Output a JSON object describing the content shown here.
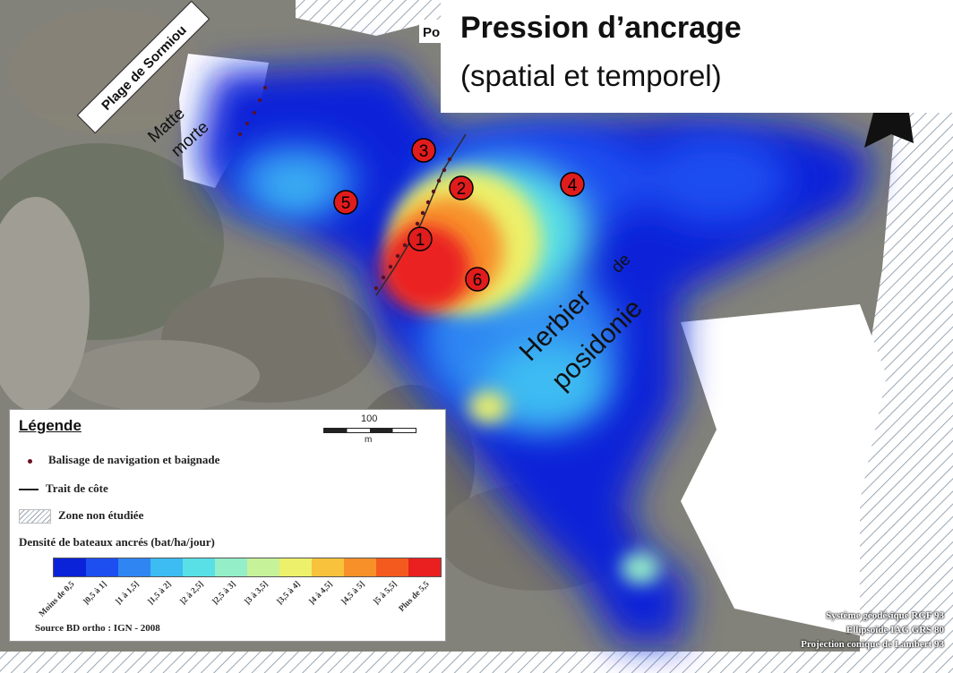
{
  "title": "Pression d’ancrage",
  "subtitle": "(spatial et temporel)",
  "map_labels": {
    "beach": "Plage de Sormiou",
    "matte_line1": "Matte",
    "matte_line2": "morte",
    "herbier": "Herbier",
    "herbier_de": "de",
    "posidonie": "posidonie",
    "corner_fragment": "Po"
  },
  "markers": [
    {
      "id": "1",
      "label": "1"
    },
    {
      "id": "2",
      "label": "2"
    },
    {
      "id": "3",
      "label": "3"
    },
    {
      "id": "4",
      "label": "4"
    },
    {
      "id": "5",
      "label": "5"
    },
    {
      "id": "6",
      "label": "6"
    }
  ],
  "legend": {
    "title": "Légende",
    "scale_value": "100",
    "scale_unit": "m",
    "items": {
      "balisage": "Balisage de navigation et baignade",
      "trait": "Trait de côte",
      "zone": "Zone non étudiée"
    },
    "density_title": "Densité de bateaux ancrés (bat/ha/jour)",
    "classes": [
      {
        "label": "Moins de 0,5",
        "color": "#0a22d8"
      },
      {
        "label": "]0,5 à 1]",
        "color": "#1c4ef0"
      },
      {
        "label": "]1 à 1,5]",
        "color": "#2f86f2"
      },
      {
        "label": "]1,5 à 2]",
        "color": "#3cbcf2"
      },
      {
        "label": "]2 à 2,5]",
        "color": "#58e0e6"
      },
      {
        "label": "]2,5 à 3]",
        "color": "#94eec8"
      },
      {
        "label": "]3 à 3,5]",
        "color": "#c6f29a"
      },
      {
        "label": "]3,5 à 4]",
        "color": "#ecf06a"
      },
      {
        "label": "]4 à 4,5]",
        "color": "#f8c23c"
      },
      {
        "label": "]4,5 à 5]",
        "color": "#f8902a"
      },
      {
        "label": "]5 à 5,5]",
        "color": "#f45a1e"
      },
      {
        "label": "Plus de 5,5",
        "color": "#ea2020"
      }
    ],
    "source": "Source BD ortho : IGN - 2008"
  },
  "projection": {
    "line1": "Système géodésique RGF 93",
    "line2": "Ellipsoïde IAG GRS 80",
    "line3": "Projection conique de Lambert 93"
  },
  "colors": {
    "marker_fill": "#e11c1c",
    "buoy": "#5a1020",
    "low": "#0a22d8",
    "high": "#ea2020",
    "not_studied": "#ffffff"
  }
}
